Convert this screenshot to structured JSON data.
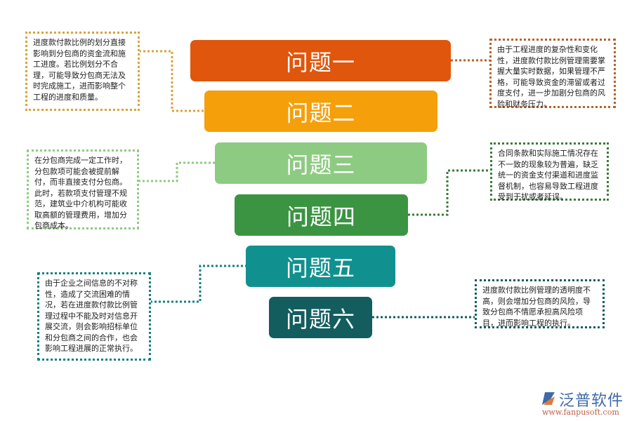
{
  "issues": [
    {
      "label": "问题一",
      "color": "#e0560c"
    },
    {
      "label": "问题二",
      "color": "#f59f0a"
    },
    {
      "label": "问题三",
      "color": "#8dcb82"
    },
    {
      "label": "问题四",
      "color": "#3b9442"
    },
    {
      "label": "问题五",
      "color": "#10918f"
    },
    {
      "label": "问题六",
      "color": "#135d5e"
    }
  ],
  "notes": [
    {
      "text": "进度款付款比例的划分直接影响到分包商的资金流和施工进度。若比例划分不合理，可能导致分包商无法及时完成施工，进而影响整个工程的进度和质量。",
      "color": "#d9a43a"
    },
    {
      "text": "由于工程进度的复杂性和变化性，进度款付款比例管理需要掌握大量实时数据，如果管理不严格，可能导致资金的滞留或者过度支付，进一步加剧分包商的风险和财务压力。",
      "color": "#b8602a"
    },
    {
      "text": "在分包商完成一定工作时，分包款项可能会被提前解付，而非直接支付分包商。此时，若款项支付管理不规范，建筑业中介机构可能收取高额的管理费用，增加分包商成本。",
      "color": "#8dcb82"
    },
    {
      "text": "合同条款和实际施工情况存在不一致的现象较为普遍，缺乏统一的资金支付渠道和进度监督机制，也容易导致工程进度受到干扰或者延误。",
      "color": "#3b7a3b"
    },
    {
      "text": "由于企业之间信息的不对称性，造成了交流困难的情况，若在进度款付款比例管理过程中不能及时对信息开展交流，则会影响招标单位和分包商之间的合作，也会影响工程进展的正常执行。",
      "color": "#13807e"
    },
    {
      "text": "进度款付款比例管理的透明度不高，则会增加分包商的风险，导致分包商不情愿承担高风险项目，进而影响工程的执行。",
      "color": "#135d5e"
    }
  ],
  "logo": {
    "name": "泛普软件",
    "url": "www.fanpusoft.com"
  }
}
